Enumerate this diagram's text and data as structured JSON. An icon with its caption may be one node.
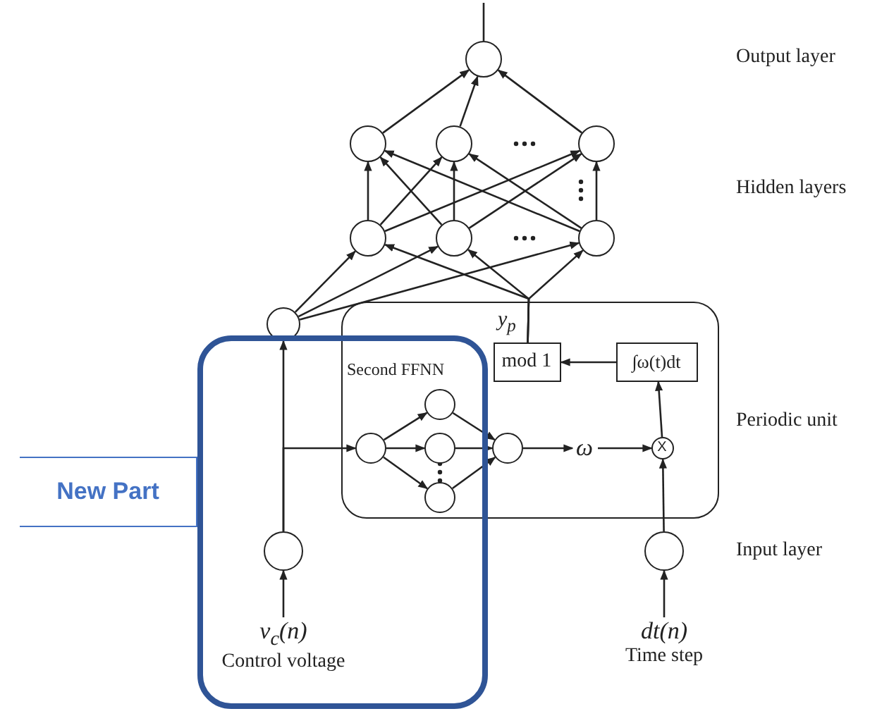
{
  "diagram": {
    "nodes": [
      {
        "text": [],
        "shape": "circle"
      },
      {
        "text": [],
        "shape": "circle"
      },
      {
        "text": [],
        "shape": "circle"
      },
      {
        "text": [],
        "shape": "circle"
      },
      {
        "text": [],
        "shape": "circle"
      },
      {
        "text": [],
        "shape": "circle"
      },
      {
        "text": [],
        "shape": "circle"
      },
      {
        "text": [],
        "shape": "circle"
      },
      {
        "text": [],
        "shape": "box"
      },
      {
        "text": [
          "mod 1"
        ],
        "in": 8
      },
      {
        "text": [
          "∫ω(t)dt"
        ],
        "in": 8
      },
      {
        "text": [],
        "shape": "box"
      },
      {
        "text": [
          "New Part"
        ]
      },
      {
        "text": [],
        "shape": "circle"
      },
      {
        "text": [],
        "shape": "circle"
      },
      {
        "text": [],
        "shape": "circle"
      },
      {
        "text": [],
        "shape": "circle"
      },
      {
        "text": [],
        "shape": "circle",
        "in": 8
      },
      {
        "text": [
          "ω"
        ],
        "in": 8
      },
      {
        "text": [
          "X"
        ],
        "in": 8
      },
      {
        "text": [],
        "shape": "circle",
        "in": 11
      },
      {
        "text": [],
        "shape": "circle"
      },
      {
        "text": [
          "v$_{c}$(n)",
          "Control voltage"
        ],
        "in": 11
      },
      {
        "text": [
          "dt(n)",
          "Time step"
        ]
      }
    ],
    "edges": [
      {
        "from": 0,
        "to": null,
        "arrow": "none"
      },
      {
        "from": 1,
        "to": 0,
        "arrow": "to"
      },
      {
        "from": 2,
        "to": 0,
        "arrow": "to"
      },
      {
        "from": 3,
        "to": 0,
        "arrow": "to"
      },
      {
        "from": 4,
        "to": 1,
        "arrow": "to"
      },
      {
        "from": 4,
        "to": 2,
        "arrow": "to"
      },
      {
        "from": 4,
        "to": 3,
        "arrow": "to"
      },
      {
        "from": 5,
        "to": 1,
        "arrow": "to"
      },
      {
        "from": 5,
        "to": 2,
        "arrow": "to"
      },
      {
        "from": 5,
        "to": 3,
        "arrow": "to"
      },
      {
        "from": 6,
        "to": 1,
        "arrow": "to"
      },
      {
        "from": 6,
        "to": 2,
        "arrow": "to"
      },
      {
        "from": 6,
        "to": 3,
        "arrow": "to"
      },
      {
        "from": 7,
        "to": 4,
        "arrow": "to"
      },
      {
        "from": 7,
        "to": 5,
        "arrow": "to"
      },
      {
        "from": 7,
        "to": 6,
        "arrow": "to"
      },
      {
        "from": 9,
        "to": 4,
        "arrow": "to"
      },
      {
        "from": 9,
        "to": 5,
        "arrow": "to"
      },
      {
        "from": 9,
        "to": 6,
        "arrow": "to"
      },
      {
        "from": 20,
        "to": 7,
        "arrow": "to"
      },
      {
        "from": 20,
        "to": 13,
        "arrow": "to"
      },
      {
        "from": 13,
        "to": 14,
        "arrow": "to"
      },
      {
        "from": 13,
        "to": 15,
        "arrow": "to"
      },
      {
        "from": 13,
        "to": 16,
        "arrow": "to"
      },
      {
        "from": 14,
        "to": 17,
        "arrow": "to"
      },
      {
        "from": 15,
        "to": 17,
        "arrow": "to"
      },
      {
        "from": 16,
        "to": 17,
        "arrow": "to"
      },
      {
        "from": 17,
        "to": 18,
        "arrow": "to"
      },
      {
        "from": 18,
        "to": 19,
        "arrow": "to"
      },
      {
        "from": 21,
        "to": 19,
        "arrow": "to"
      },
      {
        "from": 19,
        "to": 10,
        "arrow": "to"
      },
      {
        "from": 10,
        "to": 9,
        "arrow": "to"
      },
      {
        "from": 22,
        "to": 20,
        "arrow": "to"
      },
      {
        "from": 23,
        "to": 21,
        "arrow": "to"
      }
    ],
    "labels": [
      "Output layer",
      "Hidden layers",
      "y$_{p}$",
      "Second FFNN",
      "Periodic unit",
      "Input layer"
    ]
  }
}
